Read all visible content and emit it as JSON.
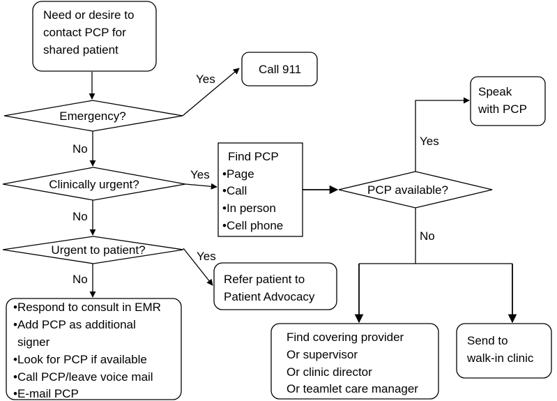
{
  "nodes": {
    "start": {
      "lines": [
        "Need or desire to",
        "contact PCP for",
        "shared patient"
      ]
    },
    "emergency": {
      "label": "Emergency?"
    },
    "call911": {
      "label": "Call 911"
    },
    "clinically_urgent": {
      "label": "Clinically urgent?"
    },
    "find_pcp": {
      "lines": [
        "Find PCP",
        "•Page",
        "•Call",
        "•In person",
        "•Cell phone"
      ]
    },
    "pcp_available": {
      "label": "PCP available?"
    },
    "speak_pcp": {
      "lines": [
        "Speak",
        "with PCP"
      ]
    },
    "urgent_to_patient": {
      "label": "Urgent to patient?"
    },
    "refer_advocacy": {
      "lines": [
        "Refer patient to",
        "Patient Advocacy"
      ]
    },
    "respond_consult": {
      "lines": [
        "•Respond to consult in EMR",
        "•Add PCP as additional",
        "signer",
        "•Look for PCP if available",
        "•Call PCP/leave voice mail",
        "•E-mail PCP"
      ]
    },
    "covering_provider": {
      "lines": [
        "Find covering provider",
        "Or supervisor",
        "Or clinic director",
        "Or teamlet care manager"
      ]
    },
    "walk_in": {
      "lines": [
        "Send to",
        "walk-in clinic"
      ]
    }
  },
  "edge_labels": {
    "emergency_yes": "Yes",
    "emergency_no": "No",
    "urgent_yes": "Yes",
    "urgent_no": "No",
    "patient_yes": "Yes",
    "patient_no": "No",
    "available_yes": "Yes",
    "available_no": "No"
  }
}
